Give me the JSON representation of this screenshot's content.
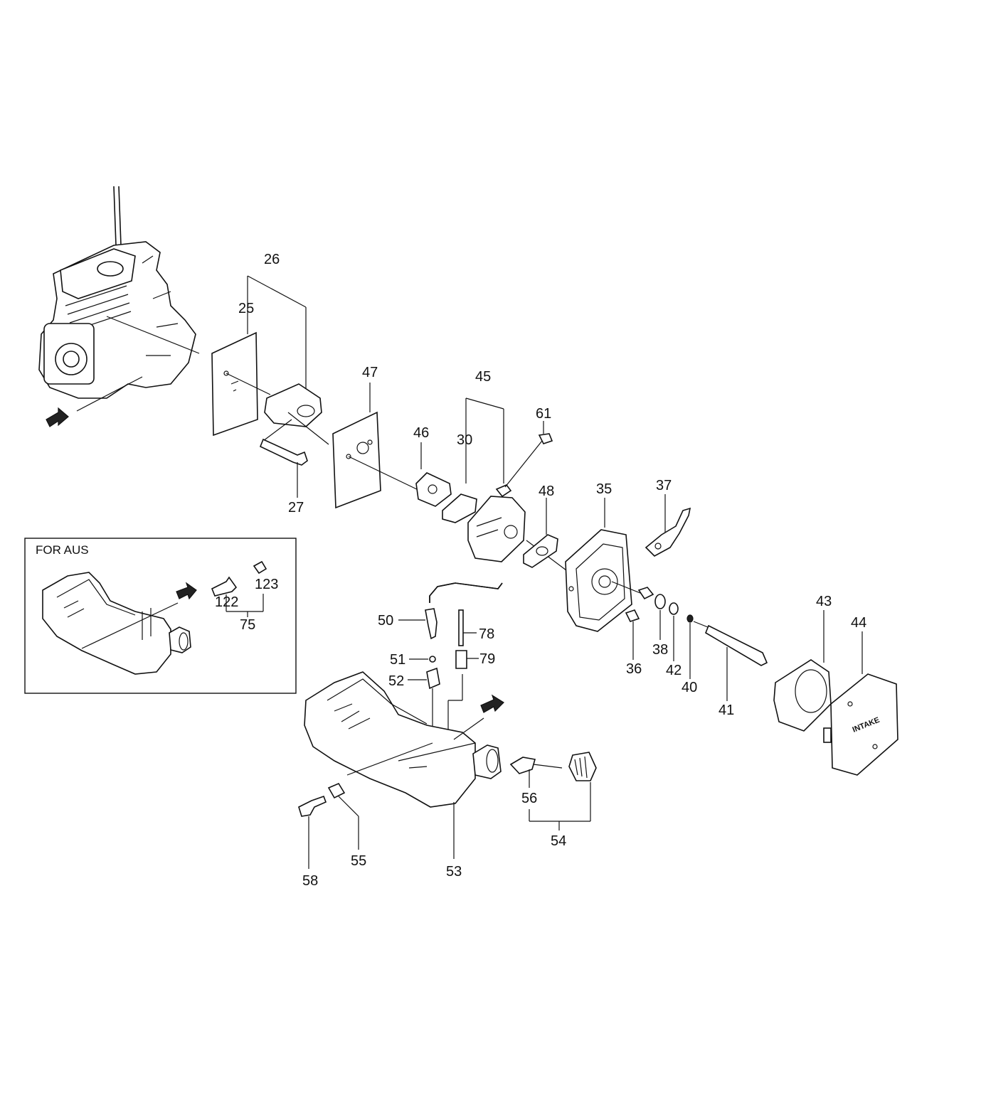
{
  "diagram": {
    "inset": {
      "title": "FOR AUS"
    },
    "cover_text": "INTAKE",
    "callouts": [
      {
        "id": "c26",
        "text": "26"
      },
      {
        "id": "c25",
        "text": "25"
      },
      {
        "id": "c47",
        "text": "47"
      },
      {
        "id": "c45",
        "text": "45"
      },
      {
        "id": "c61",
        "text": "61"
      },
      {
        "id": "c46",
        "text": "46"
      },
      {
        "id": "c30",
        "text": "30"
      },
      {
        "id": "c27",
        "text": "27"
      },
      {
        "id": "c48",
        "text": "48"
      },
      {
        "id": "c35",
        "text": "35"
      },
      {
        "id": "c37",
        "text": "37"
      },
      {
        "id": "c43",
        "text": "43"
      },
      {
        "id": "c44",
        "text": "44"
      },
      {
        "id": "c36",
        "text": "36"
      },
      {
        "id": "c38",
        "text": "38"
      },
      {
        "id": "c42",
        "text": "42"
      },
      {
        "id": "c40",
        "text": "40"
      },
      {
        "id": "c41",
        "text": "41"
      },
      {
        "id": "c50",
        "text": "50"
      },
      {
        "id": "c78",
        "text": "78"
      },
      {
        "id": "c51",
        "text": "51"
      },
      {
        "id": "c79",
        "text": "79"
      },
      {
        "id": "c52",
        "text": "52"
      },
      {
        "id": "c56",
        "text": "56"
      },
      {
        "id": "c54",
        "text": "54"
      },
      {
        "id": "c55",
        "text": "55"
      },
      {
        "id": "c53",
        "text": "53"
      },
      {
        "id": "c58",
        "text": "58"
      },
      {
        "id": "c123",
        "text": "123"
      },
      {
        "id": "c122",
        "text": "122"
      },
      {
        "id": "c75",
        "text": "75"
      }
    ]
  }
}
